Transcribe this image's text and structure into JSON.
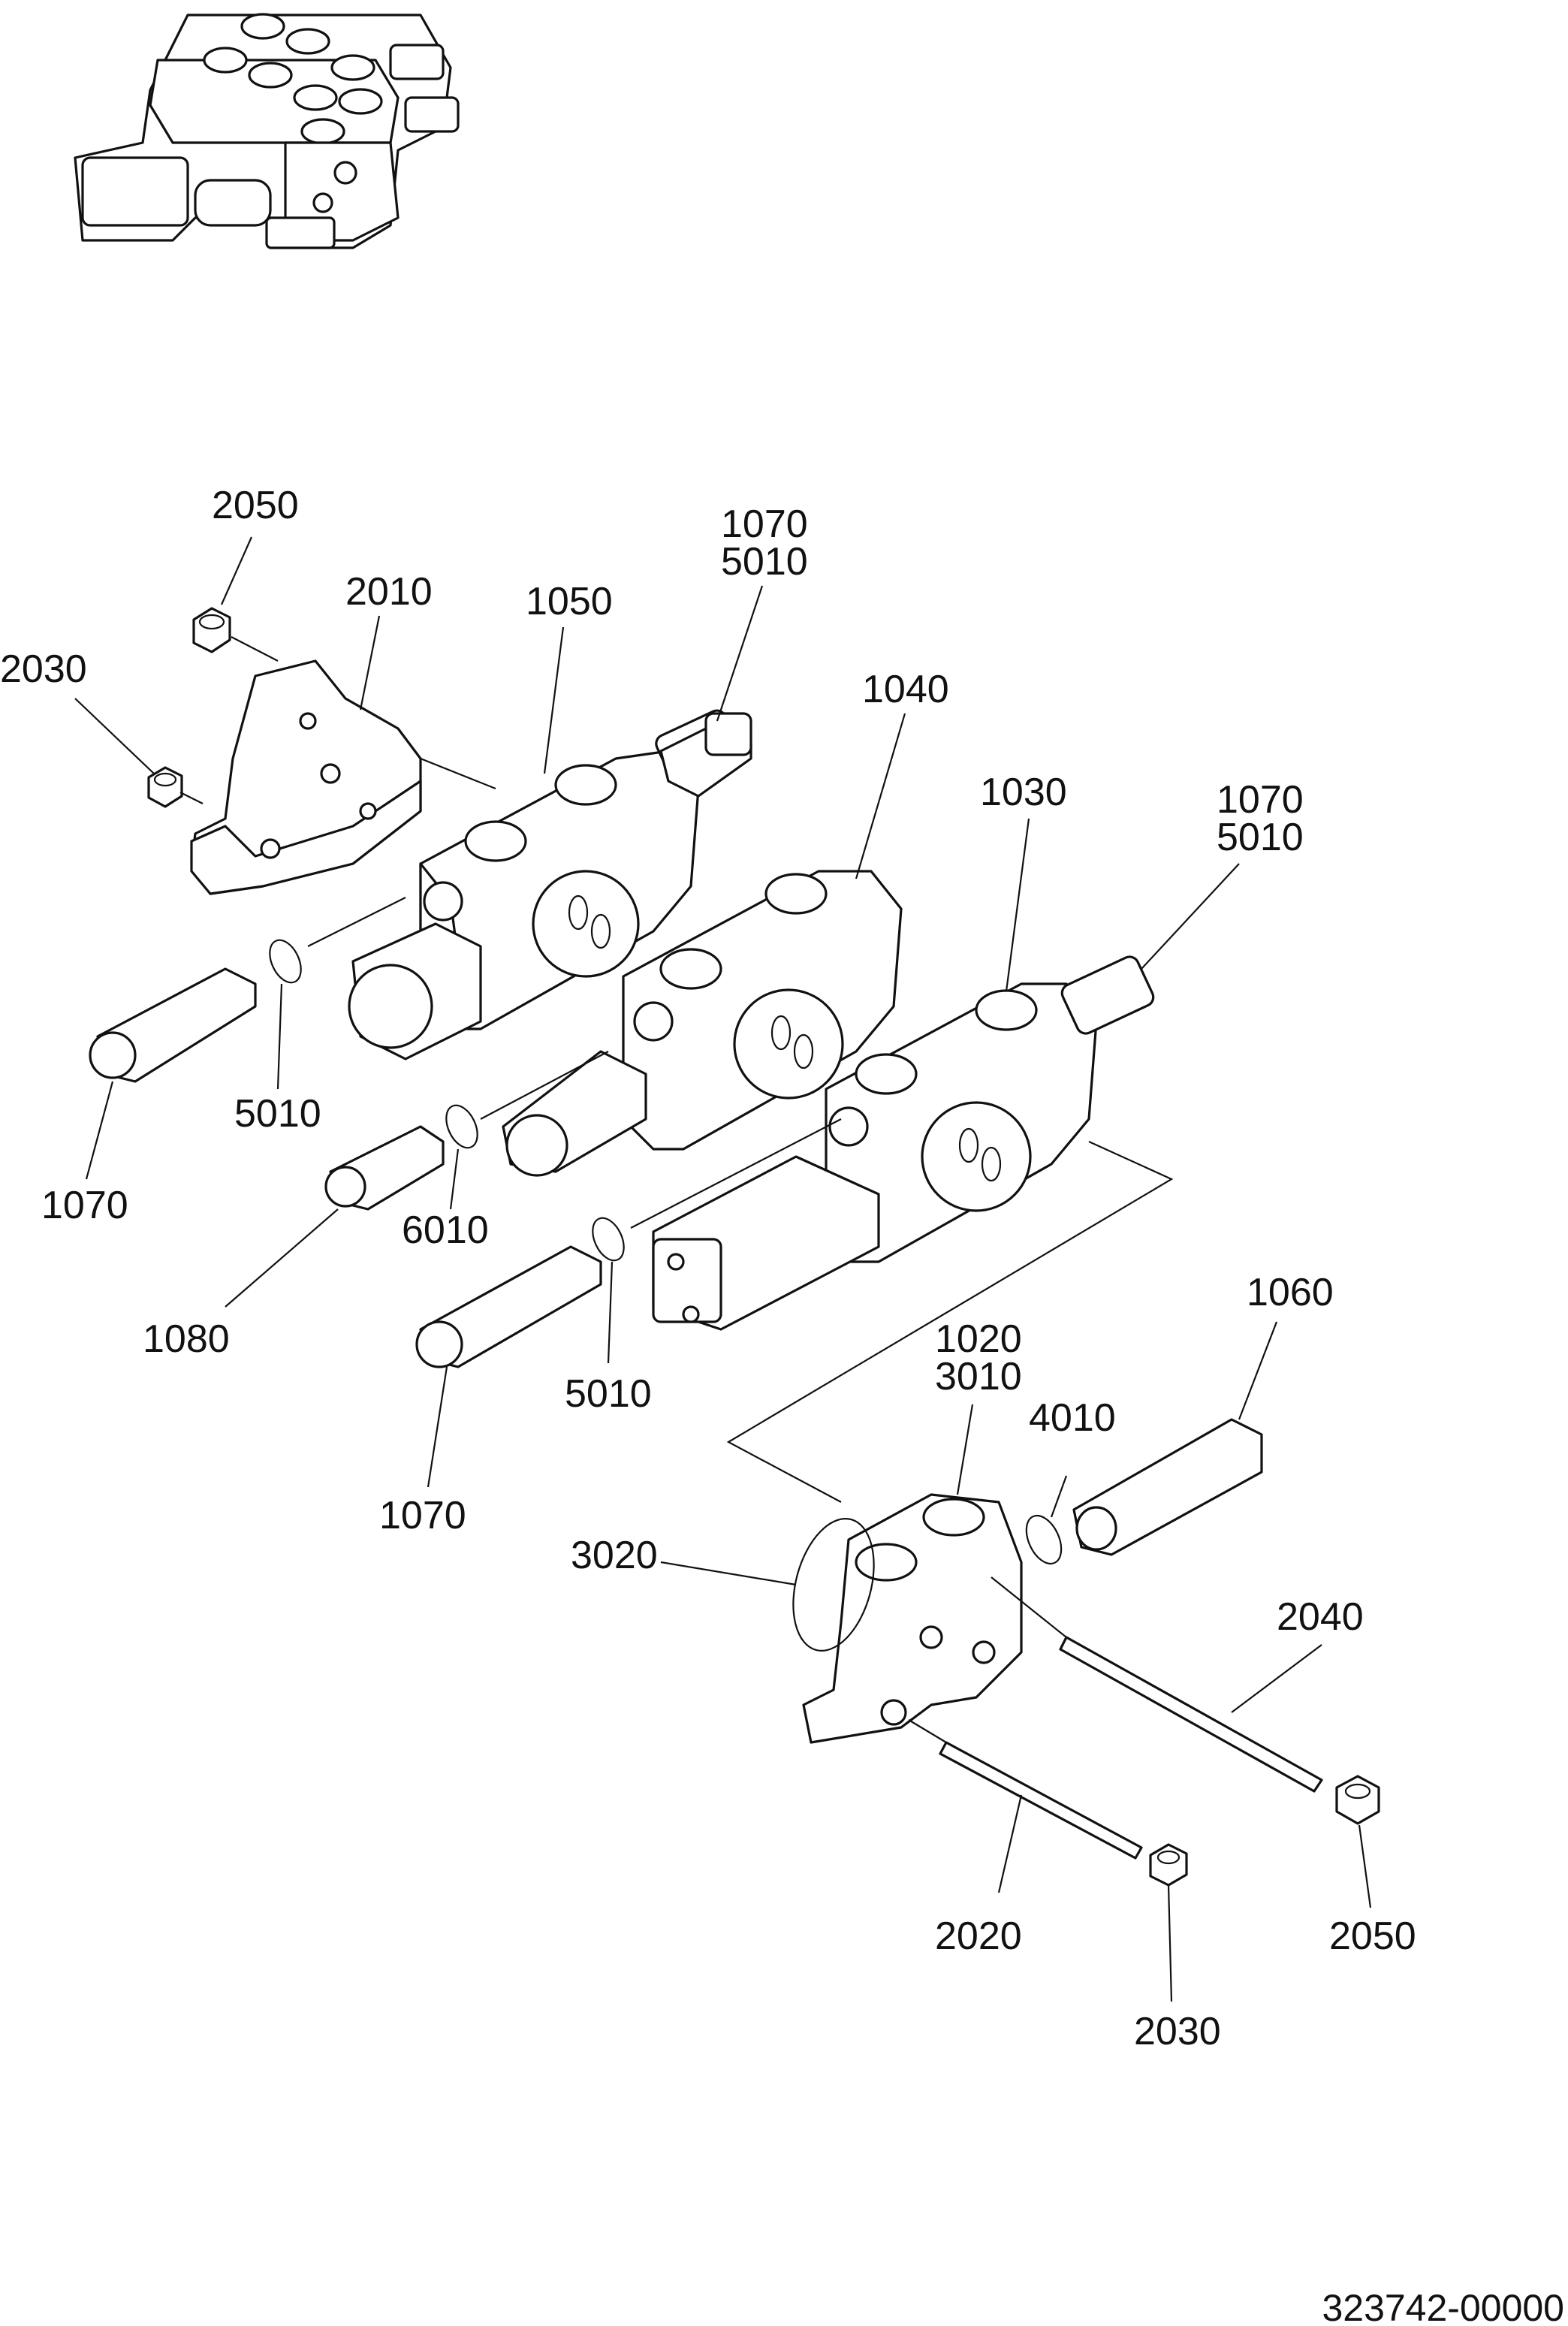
{
  "drawing": {
    "reference_number": "323742-00000",
    "part_labels": [
      {
        "id": "lbl-2050-top",
        "text": "2050"
      },
      {
        "id": "lbl-2010",
        "text": "2010"
      },
      {
        "id": "lbl-2030-top",
        "text": "2030"
      },
      {
        "id": "lbl-1050",
        "text": "1050"
      },
      {
        "id": "lbl-1070-a",
        "text": "1070"
      },
      {
        "id": "lbl-5010-a",
        "text": "5010"
      },
      {
        "id": "lbl-1040",
        "text": "1040"
      },
      {
        "id": "lbl-1030",
        "text": "1030"
      },
      {
        "id": "lbl-1070-b",
        "text": "1070"
      },
      {
        "id": "lbl-5010-b",
        "text": "5010"
      },
      {
        "id": "lbl-5010-c",
        "text": "5010"
      },
      {
        "id": "lbl-1070-c",
        "text": "1070"
      },
      {
        "id": "lbl-6010",
        "text": "6010"
      },
      {
        "id": "lbl-1080",
        "text": "1080"
      },
      {
        "id": "lbl-1060",
        "text": "1060"
      },
      {
        "id": "lbl-1020",
        "text": "1020"
      },
      {
        "id": "lbl-3010",
        "text": "3010"
      },
      {
        "id": "lbl-4010",
        "text": "4010"
      },
      {
        "id": "lbl-5010-d",
        "text": "5010"
      },
      {
        "id": "lbl-1070-d",
        "text": "1070"
      },
      {
        "id": "lbl-3020",
        "text": "3020"
      },
      {
        "id": "lbl-2040",
        "text": "2040"
      },
      {
        "id": "lbl-2020",
        "text": "2020"
      },
      {
        "id": "lbl-2050-bottom",
        "text": "2050"
      },
      {
        "id": "lbl-2030-bottom",
        "text": "2030"
      }
    ]
  }
}
